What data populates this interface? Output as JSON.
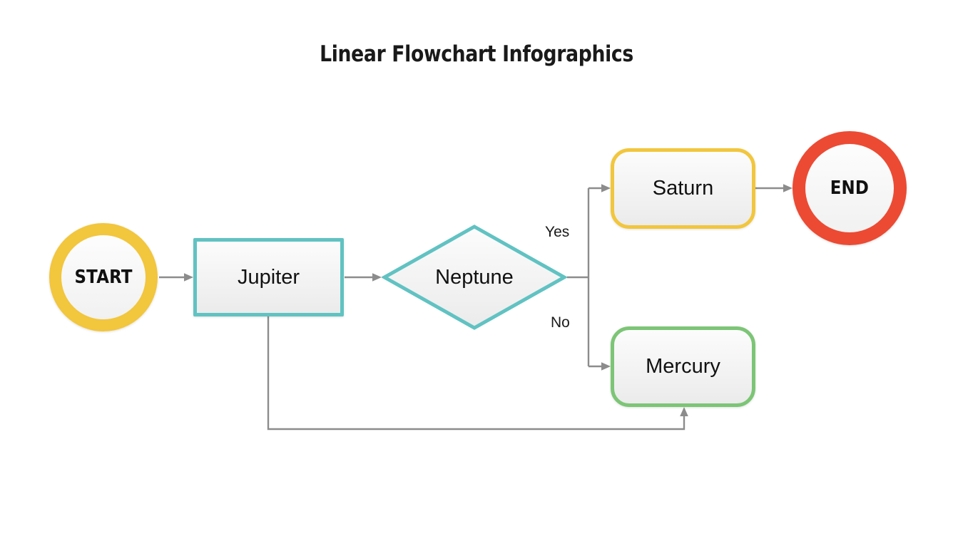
{
  "document": {
    "title": "Linear Flowchart Infographics",
    "background_color": "#ffffff"
  },
  "palette": {
    "yellow": "#f2c63d",
    "teal": "#61c2c2",
    "green": "#7cc576",
    "red": "#ec4a33",
    "connector_gray": "#8c8c8c",
    "node_fill_top": "#fcfcfc",
    "node_fill_bottom": "#ebebeb",
    "text": "#111111"
  },
  "chart_data": {
    "type": "diagram",
    "diagram_kind": "flowchart",
    "title": "Linear Flowchart Infographics",
    "orientation": "left-to-right",
    "nodes": [
      {
        "id": "start",
        "label": "START",
        "shape": "circle",
        "role": "terminator",
        "accent_color": "#f2c63d",
        "center": [
          145,
          389
        ]
      },
      {
        "id": "jupiter",
        "label": "Jupiter",
        "shape": "rectangle",
        "role": "process",
        "accent_color": "#61c2c2",
        "center": [
          376,
          389
        ]
      },
      {
        "id": "neptune",
        "label": "Neptune",
        "shape": "diamond",
        "role": "decision",
        "accent_color": "#61c2c2",
        "center": [
          665,
          389
        ]
      },
      {
        "id": "saturn",
        "label": "Saturn",
        "shape": "rounded-rectangle",
        "role": "process",
        "accent_color": "#f2c63d",
        "center": [
          957,
          264
        ]
      },
      {
        "id": "mercury",
        "label": "Mercury",
        "shape": "rounded-rectangle",
        "role": "process",
        "accent_color": "#7cc576",
        "center": [
          957,
          514
        ]
      },
      {
        "id": "end",
        "label": "END",
        "shape": "circle",
        "role": "terminator",
        "accent_color": "#ec4a33",
        "center": [
          1191,
          264
        ]
      }
    ],
    "edges": [
      {
        "from": "start",
        "to": "jupiter",
        "label": "",
        "style": "straight"
      },
      {
        "from": "jupiter",
        "to": "neptune",
        "label": "",
        "style": "straight"
      },
      {
        "from": "neptune",
        "to": "saturn",
        "label": "Yes",
        "style": "orthogonal"
      },
      {
        "from": "neptune",
        "to": "mercury",
        "label": "No",
        "style": "orthogonal"
      },
      {
        "from": "saturn",
        "to": "end",
        "label": "",
        "style": "straight"
      },
      {
        "from": "jupiter",
        "to": "mercury",
        "label": "",
        "style": "feedback-loop"
      }
    ],
    "branch_labels": [
      "Yes",
      "No"
    ]
  },
  "nodes": {
    "start": {
      "label": "START"
    },
    "jupiter": {
      "label": "Jupiter"
    },
    "neptune": {
      "label": "Neptune"
    },
    "saturn": {
      "label": "Saturn"
    },
    "mercury": {
      "label": "Mercury"
    },
    "end": {
      "label": "END"
    }
  },
  "labels": {
    "yes": "Yes",
    "no": "No"
  }
}
